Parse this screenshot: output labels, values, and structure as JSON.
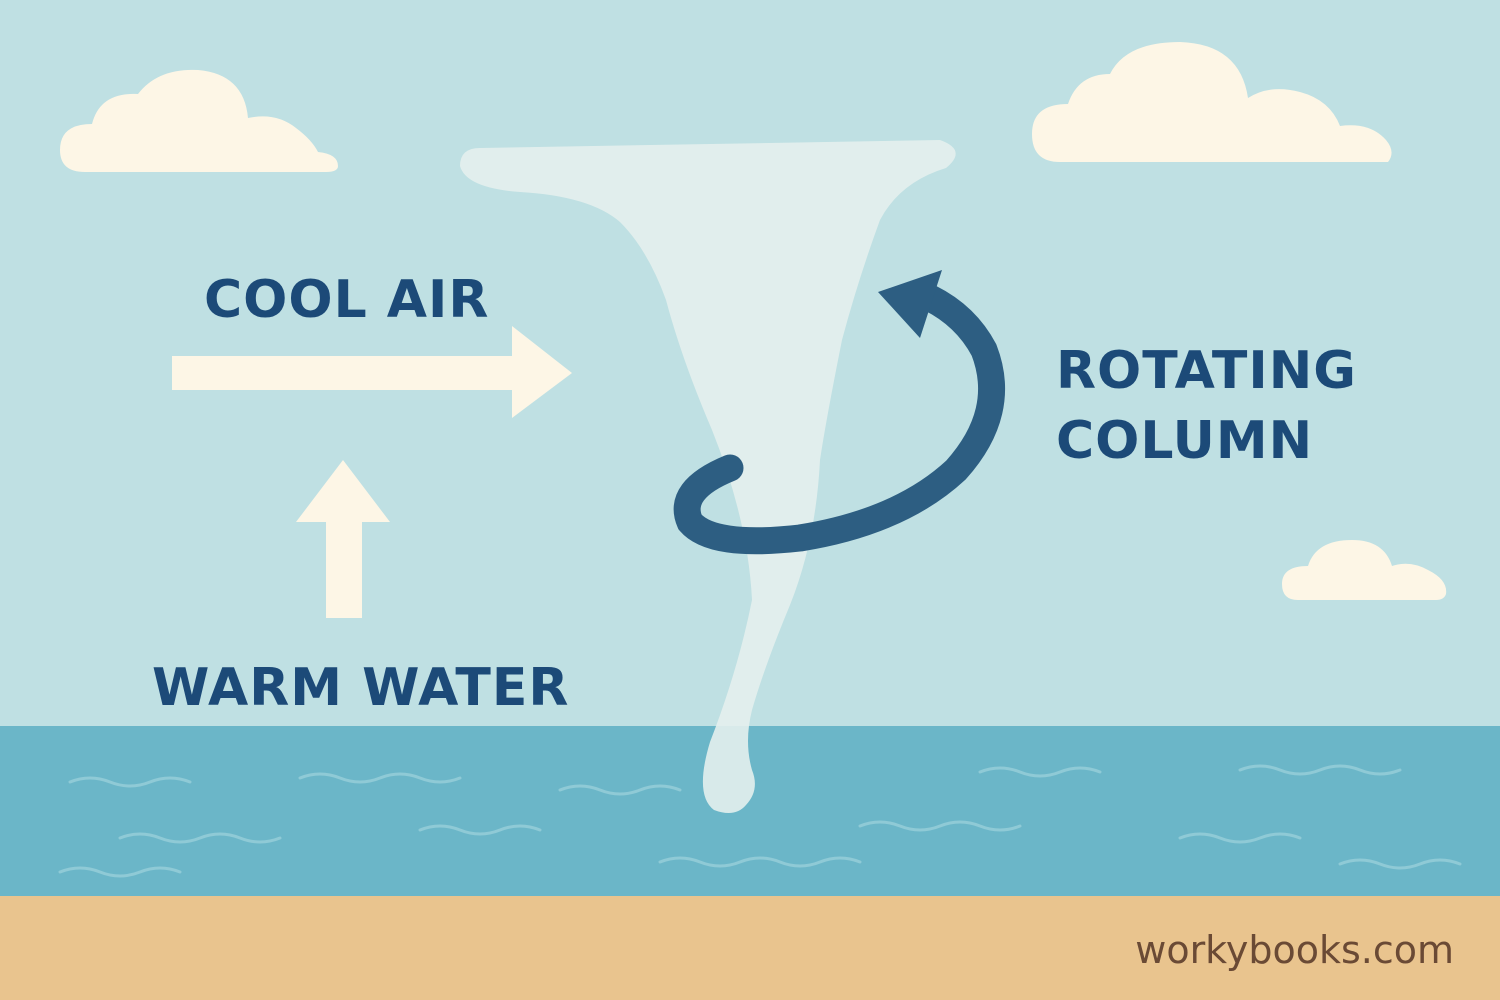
{
  "labels": {
    "cool_air": "COOL AIR",
    "warm_water": "WARM WATER",
    "rotating_line1": "ROTATING",
    "rotating_line2": "COLUMN"
  },
  "watermark": "workybooks.com",
  "colors": {
    "sky": "#bfe0e3",
    "sea": "#6bb6c8",
    "sand": "#e9c48e",
    "cloud": "#fdf6e6",
    "arrow_light": "#fdf6e6",
    "rotation_arrow": "#2d5e82",
    "label_text": "#1c4a78",
    "funnel": "#e4f0ed"
  }
}
